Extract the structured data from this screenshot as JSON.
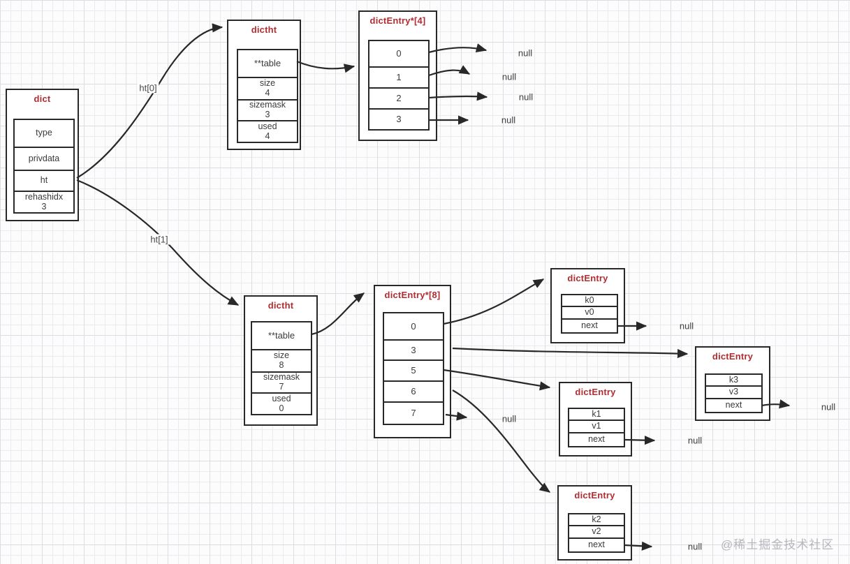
{
  "diagram": {
    "boxes": {
      "dict": {
        "title": "dict",
        "rows": [
          {
            "lines": [
              "type"
            ]
          },
          {
            "lines": [
              "privdata"
            ]
          },
          {
            "lines": [
              "ht"
            ]
          },
          {
            "lines": [
              "rehashidx",
              "3"
            ]
          }
        ]
      },
      "dictht0": {
        "title": "dictht",
        "rows": [
          {
            "lines": [
              "**table"
            ]
          },
          {
            "lines": [
              "size",
              "4"
            ]
          },
          {
            "lines": [
              "sizemask",
              "3"
            ]
          },
          {
            "lines": [
              "used",
              "4"
            ]
          }
        ]
      },
      "dictht1": {
        "title": "dictht",
        "rows": [
          {
            "lines": [
              "**table"
            ]
          },
          {
            "lines": [
              "size",
              "8"
            ]
          },
          {
            "lines": [
              "sizemask",
              "7"
            ]
          },
          {
            "lines": [
              "used",
              "0"
            ]
          }
        ]
      },
      "entryArray4": {
        "title": "dictEntry*[4]",
        "cells": [
          "0",
          "1",
          "2",
          "3"
        ]
      },
      "entryArray8": {
        "title": "dictEntry*[8]",
        "cells": [
          "0",
          "3",
          "5",
          "6",
          "7"
        ]
      },
      "entryK0": {
        "title": "dictEntry",
        "rows": [
          "k0",
          "v0",
          "next"
        ]
      },
      "entryK1": {
        "title": "dictEntry",
        "rows": [
          "k1",
          "v1",
          "next"
        ]
      },
      "entryK2": {
        "title": "dictEntry",
        "rows": [
          "k2",
          "v2",
          "next"
        ]
      },
      "entryK3": {
        "title": "dictEntry",
        "rows": [
          "k3",
          "v3",
          "next"
        ]
      }
    },
    "labels": {
      "ht0": "ht[0]",
      "ht1": "ht[1]",
      "null_text": "null"
    },
    "watermark": "@稀土掘金技术社区",
    "colors": {
      "title_red": "#b02d32",
      "stroke": "#282828",
      "text": "#3a3a3a"
    }
  }
}
